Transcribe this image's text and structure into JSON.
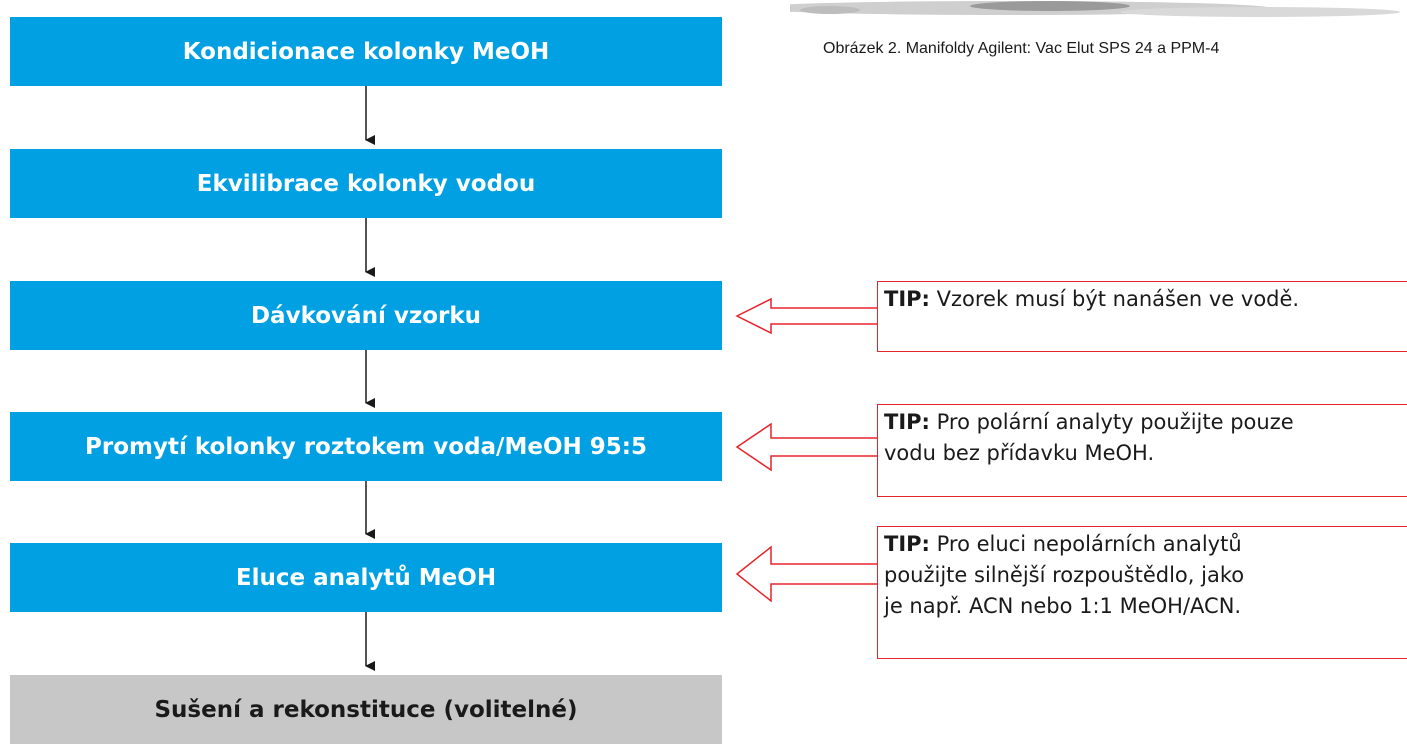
{
  "flow": {
    "steps": [
      "Kondicionace kolonky MeOH",
      "Ekvilibrace kolonky vodou",
      "Dávkování vzorku",
      "Promytí kolonky roztokem voda/MeOH 95:5",
      "Eluce analytů MeOH",
      "Sušení a rekonstituce (volitelné)"
    ]
  },
  "figure_caption": "Obrázek 2. Manifoldy Agilent: Vac Elut SPS 24 a PPM-4",
  "tips": [
    {
      "prefix": "TIP:",
      "lines": [
        " Vzorek musí být nanášen ve vodě."
      ]
    },
    {
      "prefix": "TIP:",
      "lines": [
        " Pro polární analyty použijte pouze",
        "vodu bez přídavku MeOH."
      ]
    },
    {
      "prefix": "TIP:",
      "lines": [
        " Pro eluci nepolárních analytů",
        "použijte silnější rozpouštědlo, jako",
        "je např. ACN nebo 1:1 MeOH/ACN."
      ]
    }
  ],
  "tip_final_punct": ".",
  "colors": {
    "step_blue": "#00a0e3",
    "step_gray": "#c8c7c7",
    "tip_border": "#e5252a"
  }
}
